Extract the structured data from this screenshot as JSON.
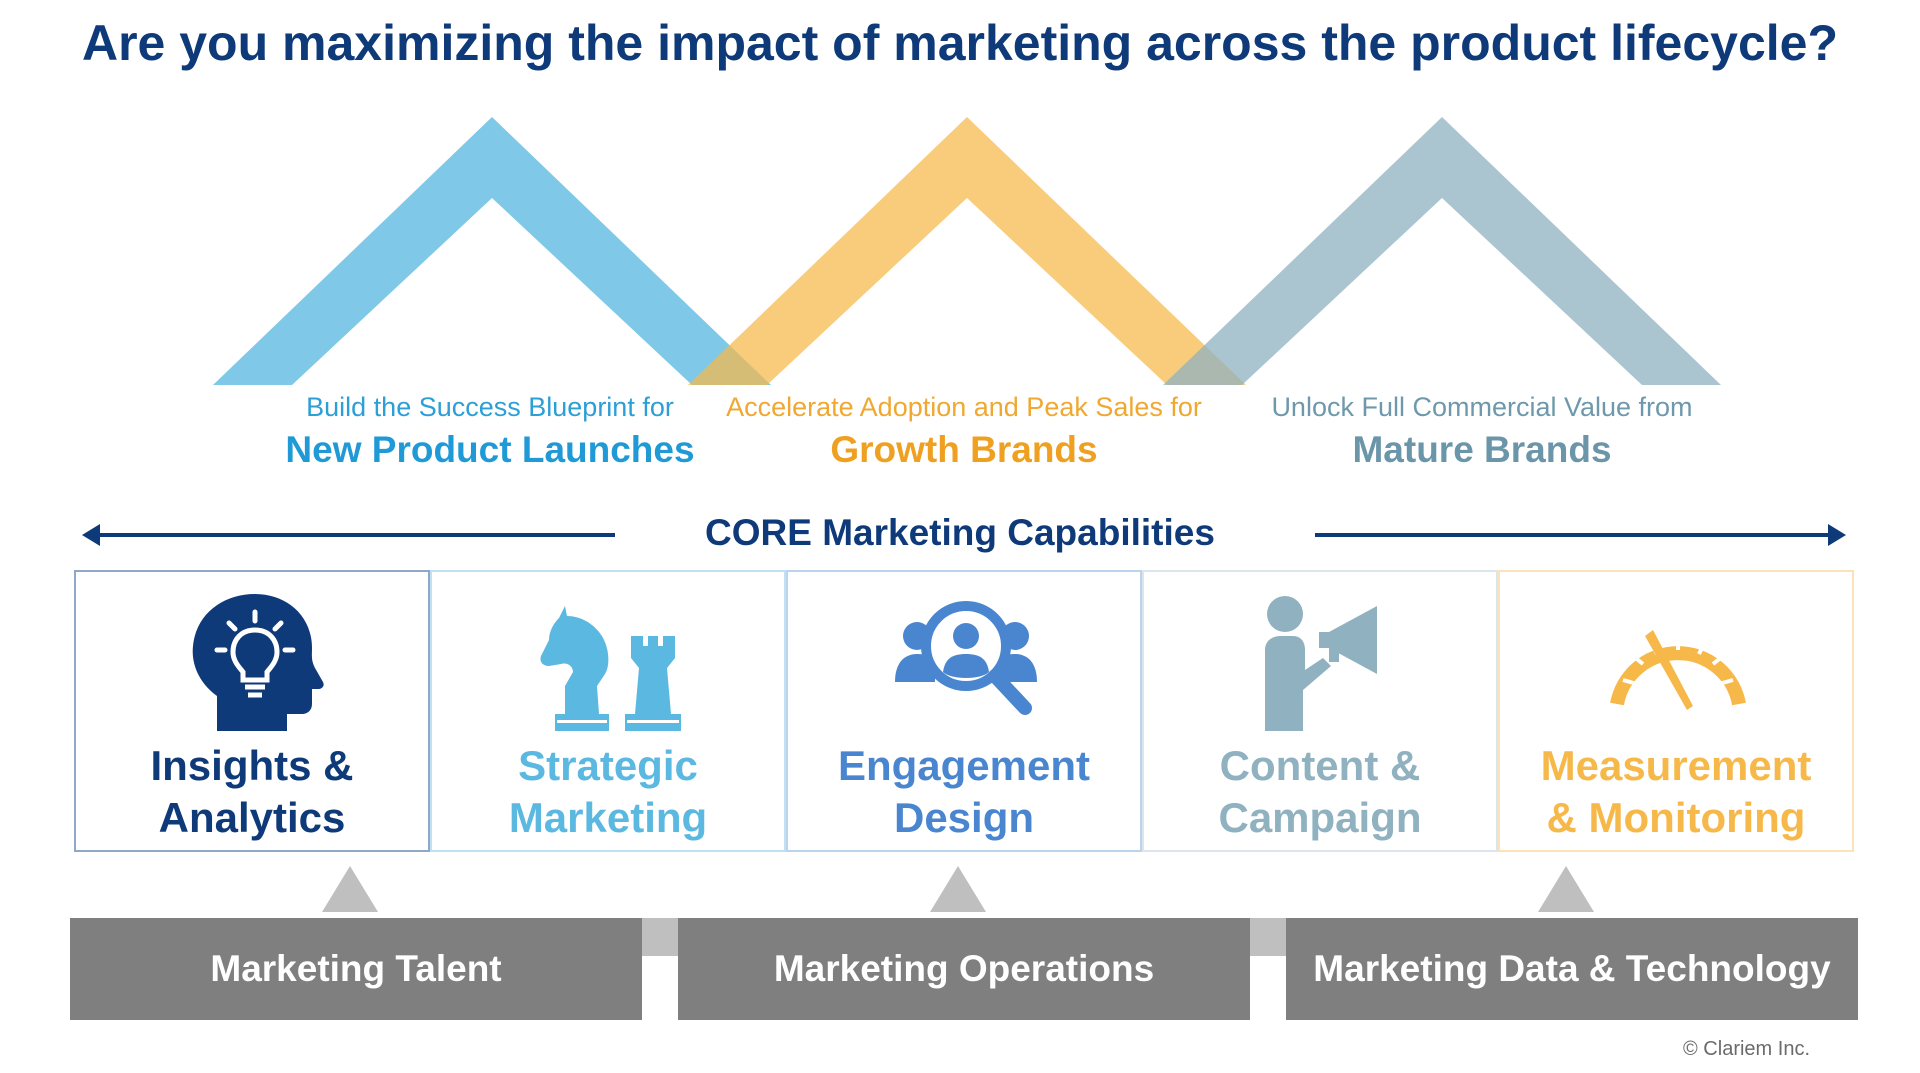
{
  "title": "Are you maximizing the impact of marketing across the product lifecycle?",
  "colors": {
    "navy": "#0e3a7a",
    "sky": "#5bb8e0",
    "amber": "#f7b84a",
    "steel": "#8fb1c0",
    "blue": "#4a86cf",
    "grey": "#7f7f7f"
  },
  "stages": [
    {
      "subtitle": "Build the Success Blueprint for",
      "title": "New Product Launches"
    },
    {
      "subtitle": "Accelerate Adoption and Peak Sales for",
      "title": "Growth Brands"
    },
    {
      "subtitle": "Unlock Full Commercial Value from",
      "title": "Mature Brands"
    }
  ],
  "core": {
    "title": "CORE Marketing Capabilities"
  },
  "capabilities": [
    {
      "line1": "Insights &",
      "line2": "Analytics",
      "icon": "head-lightbulb-icon"
    },
    {
      "line1": "Strategic",
      "line2": "Marketing",
      "icon": "chess-pieces-icon"
    },
    {
      "line1": "Engagement",
      "line2": "Design",
      "icon": "people-magnifier-icon"
    },
    {
      "line1": "Content &",
      "line2": "Campaign",
      "icon": "megaphone-person-icon"
    },
    {
      "line1": "Measurement",
      "line2": "& Monitoring",
      "icon": "gauge-icon"
    }
  ],
  "foundations": [
    {
      "label": "Marketing Talent"
    },
    {
      "label": "Marketing Operations"
    },
    {
      "label": "Marketing Data & Technology"
    }
  ],
  "copyright": "© Clariem Inc."
}
